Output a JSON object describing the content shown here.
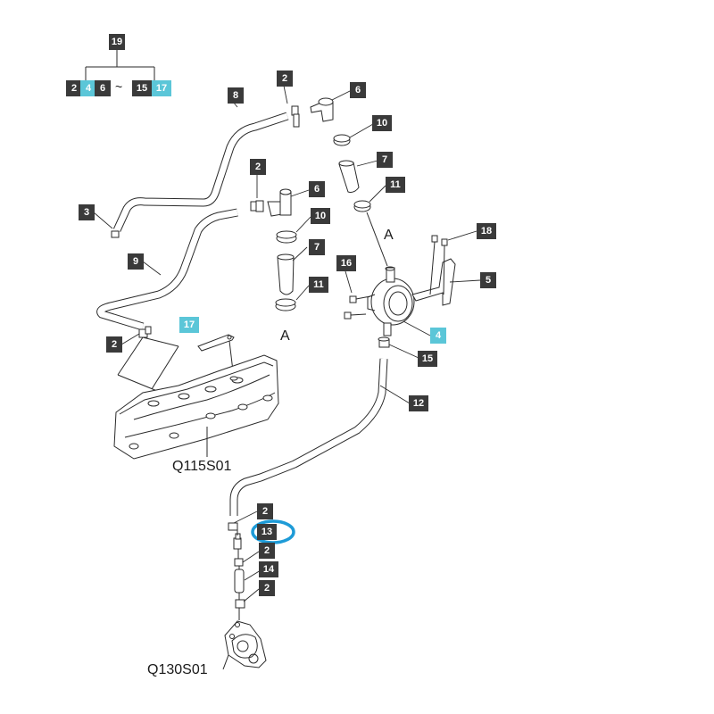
{
  "legend": {
    "top": "19",
    "items": [
      {
        "label": "2",
        "highlight": false
      },
      {
        "label": "4",
        "highlight": true
      },
      {
        "label": "6",
        "highlight": false
      },
      {
        "label": "~",
        "separator": true
      },
      {
        "label": "15",
        "highlight": false
      },
      {
        "label": "17",
        "highlight": true
      }
    ]
  },
  "callouts": {
    "c2_top": "2",
    "c6_top": "6",
    "c8": "8",
    "c10_top": "10",
    "c7_top": "7",
    "c11_top": "11",
    "c2_mid": "2",
    "c6_mid": "6",
    "c3": "3",
    "c10_mid": "10",
    "c7_mid": "7",
    "c11_mid": "11",
    "c9": "9",
    "c18": "18",
    "c16": "16",
    "c5": "5",
    "c4": "4",
    "c15": "15",
    "c17": "17",
    "c2_cover": "2",
    "c12": "12",
    "c2_low1": "2",
    "c13": "13",
    "c2_low2": "2",
    "c14": "14",
    "c2_low3": "2"
  },
  "highlighted": [
    "4",
    "17"
  ],
  "selected_callout": "13",
  "labels": {
    "ref_a_top": "A",
    "ref_a_bottom": "A",
    "cover_ref": "Q115S01",
    "pump_ref": "Q130S01"
  },
  "colors": {
    "tag_bg": "#3a3a3a",
    "tag_highlight": "#5bc6d8",
    "selection_ring": "#1e9bd7",
    "line": "#2a2a2a"
  }
}
